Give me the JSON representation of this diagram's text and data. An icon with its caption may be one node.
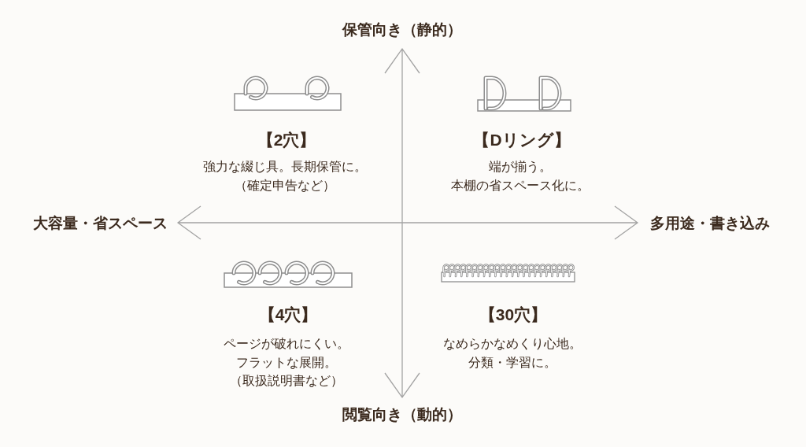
{
  "diagram": {
    "labels": [
      "保管向き（静的）",
      "【2穴】",
      "強力な綴じ具。長期保管に。（確定申告など）",
      "【Dリング】",
      "端が揃う。本棚の省スペース化に。",
      "大容量・省スペース",
      "多用途・書き込み",
      "【4穴】",
      "ページが破れにくい。フラットな展開。（取扱説明書など）",
      "【30穴】",
      "なめらかなめくり心地。分類・学習に。",
      "閲覧向き（動的）"
    ]
  }
}
